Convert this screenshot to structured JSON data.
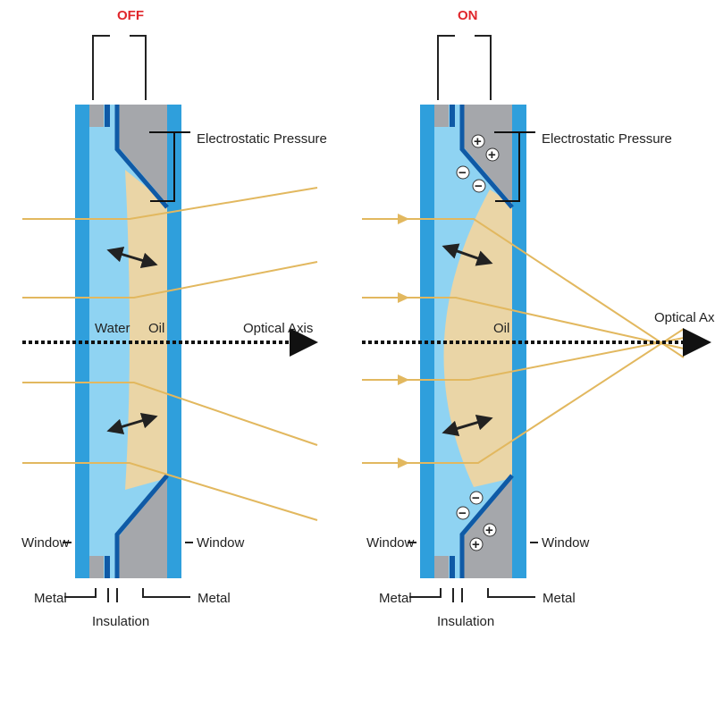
{
  "panels": [
    {
      "state": "OFF",
      "electrostatic": "Electrostatic Pressure",
      "water": "Water",
      "oil": "Oil",
      "axis": "Optical Axis",
      "window_left": "Window",
      "window_right": "Window",
      "metal_left": "Metal",
      "metal_right": "Metal",
      "insulation": "Insulation"
    },
    {
      "state": "ON",
      "electrostatic": "Electrostatic Pressure",
      "oil": "Oil",
      "axis": "Optical Axis",
      "window_left": "Window",
      "window_right": "Window",
      "metal_left": "Metal",
      "metal_right": "Metal",
      "insulation": "Insulation",
      "charges": [
        "+",
        "+",
        "−",
        "−",
        "−",
        "−",
        "+",
        "+"
      ]
    }
  ],
  "colors": {
    "window": "#2f9fdc",
    "water": "#8fd3f2",
    "oil": "#ead5a6",
    "metal": "#a5a7ab",
    "electrode": "#0f5aa6",
    "ray": "#e2b85f",
    "state": "#e0262b"
  }
}
